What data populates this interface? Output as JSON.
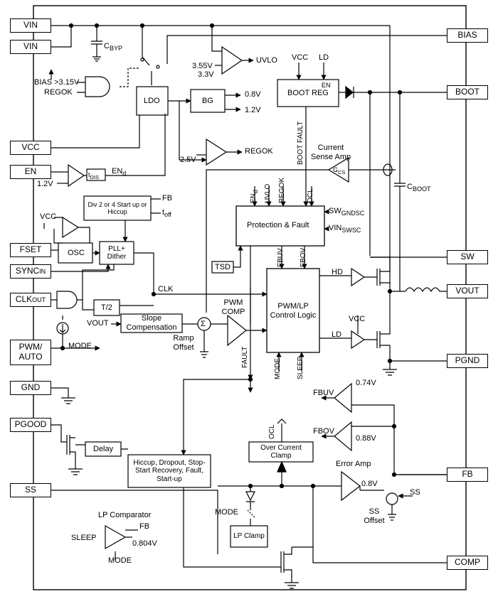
{
  "pins_left": {
    "vin1": "VIN",
    "vin2": "VIN",
    "vcc": "VCC",
    "en": "EN",
    "fset": "FSET",
    "sync": "SYNC",
    "sync_sub": "IN",
    "clk_out": "CLK",
    "clk_out_sub": "OUT",
    "pwm_auto": "PWM/ AUTO",
    "gnd": "GND",
    "pgood": "PGOOD",
    "ss": "SS"
  },
  "pins_right": {
    "bias": "BIAS",
    "boot": "BOOT",
    "sw": "SW",
    "vout": "VOUT",
    "pgnd": "PGND",
    "fb": "FB",
    "comp": "COMP"
  },
  "blocks": {
    "ldo": "LDO",
    "bg": "BG",
    "boot_reg": "BOOT REG",
    "boot_reg_en": "EN",
    "protection": "Protection & Fault",
    "pwm_logic": "PWM/LP Control Logic",
    "osc": "OSC",
    "pll": "PLL+ Dither",
    "div": "Div 2 or 4 Start up or Hiccup",
    "t2": "T/2",
    "slope": "Slope Compensation",
    "delay": "Delay",
    "hiccup": "Hiccup, Dropout, Stop-Start Recovery, Fault, Start-up",
    "ocp_clamp": "Over Current Clamp",
    "lp_clamp": "LP Clamp",
    "tsd": "TSD"
  },
  "labels": {
    "cbyp": "C",
    "cbyp_sub": "BYP",
    "bias_thr": "BIAS >3.15V",
    "regok_in": "REGOK",
    "uvlo_hi": "3.55V",
    "uvlo_lo": "3.3V",
    "uvlo": "UVLO",
    "v08": "0.8V",
    "v12": "1.2V",
    "v25": "2.5V",
    "regok_out": "REGOK",
    "vcc_boot": "VCC",
    "ld_boot": "LD",
    "boot_fault": "BOOT FAULT",
    "current_sense": "Current Sense Amp",
    "gcs": "G",
    "gcs_sub": "CS",
    "cboot": "C",
    "cboot_sub": "BOOT",
    "en_v": "1.2V",
    "tdis": "t",
    "tdis_sub": "DIS",
    "en_d": "EN",
    "en_d_sub": "d",
    "div_fb": "FB",
    "toff": "t",
    "toff_sub": "off",
    "vcc_osc": "VCC",
    "prot_en": "EN",
    "prot_en_sub": "d",
    "prot_uvlo": "UVLO",
    "prot_regok": "REGOK",
    "prot_ocl": "OCL",
    "sw_gnd": "SW",
    "sw_gnd_sub": "GNDSC",
    "vin_sw": "VIN",
    "vin_sw_sub": "SWSC",
    "fbuv_in": "FBUV",
    "fbov_in": "FBOV",
    "hd": "HD",
    "ld": "LD",
    "vcc_drv": "VCC",
    "clk": "CLK",
    "vout_slope": "VOUT",
    "pwm_comp": "PWM COMP",
    "ramp_offset": "Ramp Offset",
    "sigma": "Σ",
    "mode": "MODE",
    "fault": "FAULT",
    "mode_logic": "MODE",
    "sleep_logic": "SLEEP",
    "fbuv": "FBUV",
    "v074": "0.74V",
    "fbov": "FBOV",
    "v088": "0.88V",
    "ocl_clamp": "OCL",
    "error_amp": "Error Amp",
    "v08_ea": "0.8V",
    "ss_in": "SS",
    "ss_offset": "SS Offset",
    "mode_lp": "MODE",
    "lp_comparator": "LP Comparator",
    "sleep": "SLEEP",
    "fb_lp": "FB",
    "v0804": "0.804V",
    "mode_lpc": "MODE"
  }
}
